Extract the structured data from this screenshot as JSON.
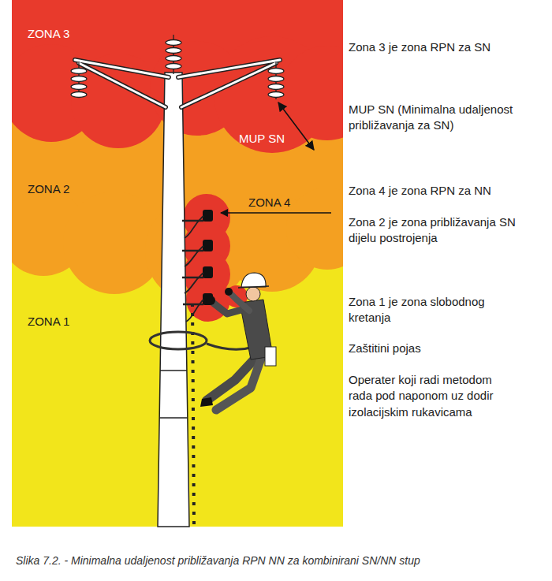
{
  "diagram": {
    "caption": "Slika 7.2. - Minimalna udaljenost približavanja RPN NN za kombinirani SN/NN stup",
    "labels": [
      "ZONA 3",
      "MUP SN",
      "ZONA 2",
      "ZONA 4",
      "ZONA 1",
      "Zona 3 je zona RPN za SN",
      "MUP SN (Minimalna udaljenost približavanja za SN)",
      "Zona 4 je zona RPN za NN",
      "Zona 2 je zona približavanja SN dijelu postrojenja",
      "Zona 1 je zona slobodnog kretanja",
      "Zaštitini pojas",
      "Operater koji radi metodom rada pod naponom uz dodir izolacijskim rukavicama"
    ]
  }
}
